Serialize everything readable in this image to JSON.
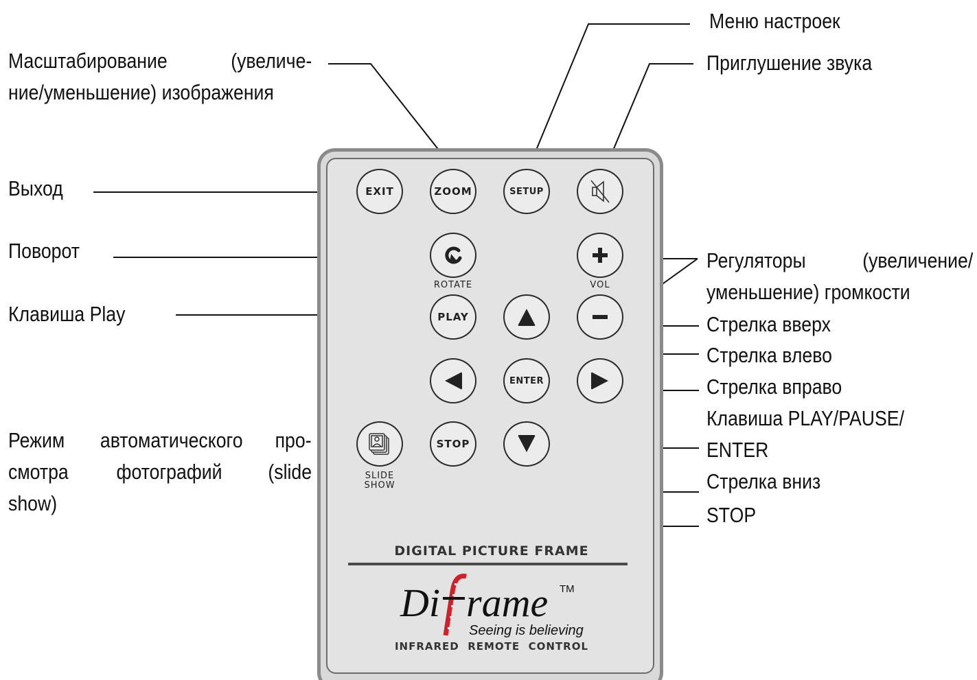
{
  "labels": {
    "zoom_line1": [
      "Масштабирование",
      "(увеличе-"
    ],
    "zoom_line2": "ние/уменьшение) изображения",
    "exit": "Выход",
    "rotate": "Поворот",
    "play": "Клавиша Play",
    "slideshow_line1": [
      "Режим",
      "автоматического",
      "про-"
    ],
    "slideshow_line2": [
      "смотра",
      "фотографий",
      "(slide"
    ],
    "slideshow_line3": "show)",
    "setup": "Меню настроек",
    "mute": "Приглушение звука",
    "volume_line1": [
      "Регуляторы",
      "(увеличение/"
    ],
    "volume_line2": "уменьшение) громкости",
    "up": "Стрелка вверх",
    "left": "Стрелка влево",
    "right": "Стрелка вправо",
    "enter_line1": "Клавиша  PLAY/PAUSE/",
    "enter_line2": "ENTER",
    "down": "Стрелка вниз",
    "stop": "STOP"
  },
  "remote": {
    "buttons": {
      "exit": "EXIT",
      "zoom": "ZOOM",
      "setup": "SETUP",
      "play": "PLAY",
      "enter": "ENTER",
      "stop": "STOP"
    },
    "captions": {
      "rotate": "ROTATE",
      "vol": "VOL",
      "slide_line1": "SLIDE",
      "slide_line2": "SHOW"
    },
    "icons": {
      "mute": "mute-icon",
      "rotate": "rotate-arrow-icon",
      "vol_plus": "plus-icon",
      "vol_minus": "minus-icon",
      "up": "triangle-up-icon",
      "left": "triangle-left-icon",
      "right": "triangle-right-icon",
      "down": "triangle-down-icon",
      "slideshow": "stacked-photos-icon"
    },
    "panel_title": "DIGITAL PICTURE FRAME",
    "brand": {
      "name": "Diframe",
      "tm": "TM",
      "slogan": "Seeing is believing",
      "accent_color": "#d0202a"
    },
    "subtitle": "INFRARED  REMOTE  CONTROL"
  }
}
